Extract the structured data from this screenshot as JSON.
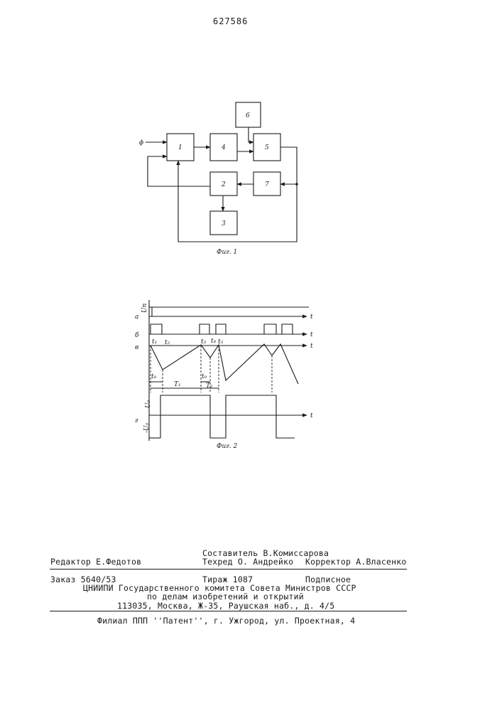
{
  "page_number": "627586",
  "figure1": {
    "caption": "Фиг. 1",
    "input_label": "ϕ",
    "blocks": [
      "1",
      "2",
      "3",
      "4",
      "5",
      "6",
      "7"
    ]
  },
  "figure2": {
    "caption": "Фиг. 2",
    "row_labels": [
      "а",
      "б",
      "в",
      "г"
    ],
    "axis_label": "t",
    "u_label": "Uп",
    "u0_label": "U₀",
    "neg_u0_label": "-U₀",
    "time_labels": [
      "t₁",
      "t₂",
      "t₃",
      "t₄",
      "t₅",
      "t₀",
      "t₀"
    ],
    "period_labels": [
      "T₁",
      "T₂"
    ]
  },
  "colophon": {
    "compiler": "Составитель В.Комиссарова",
    "editor": "Редактор Е.Федотов",
    "techred": "Техред О. Андрейко",
    "corrector": "Корректор А.Власенко",
    "order": "Заказ 5640/53",
    "circulation": "Тираж  1087",
    "subscription": "Подписное",
    "org_line1": "ЦНИИПИ Государственного комитета Совета Министров СССР",
    "org_line2": "по делам изобретений и открытий",
    "address": "113035, Москва, Ж-35, Раушская наб., д. 4/5",
    "branch": "Филиал ППП ''Патент'', г. Ужгород, ул. Проектная, 4"
  }
}
